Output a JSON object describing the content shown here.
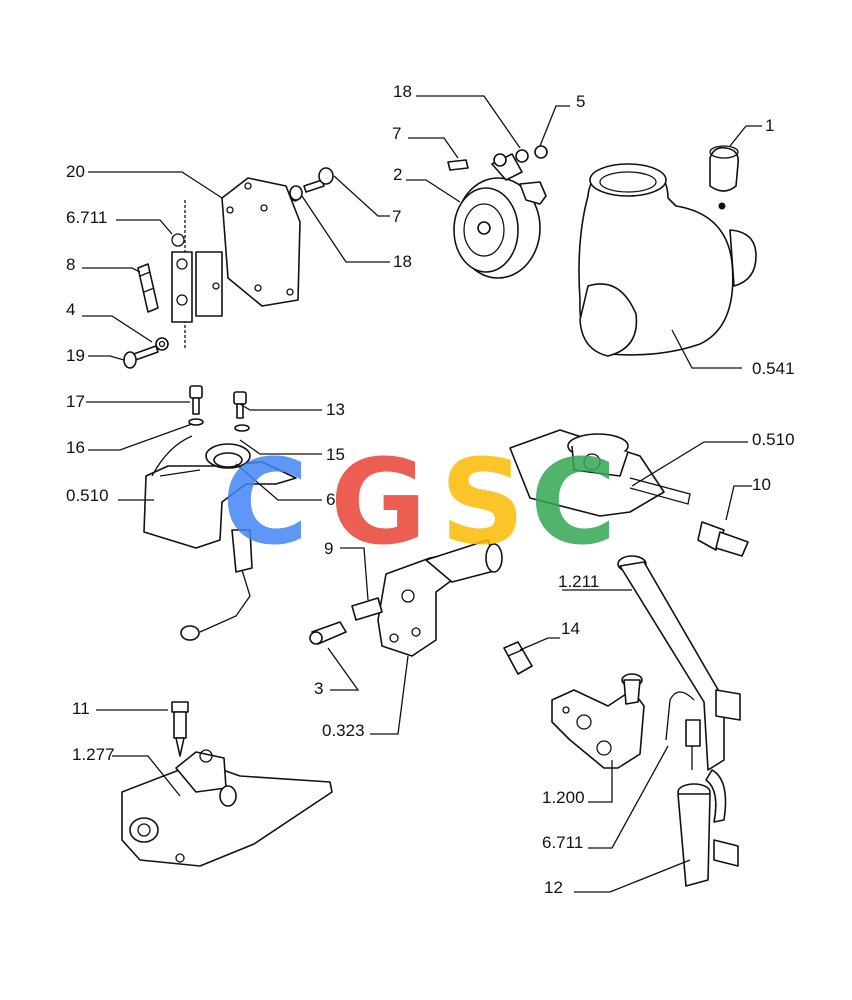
{
  "callouts": {
    "c18_top": "18",
    "c5": "5",
    "c1": "1",
    "c7_top": "7",
    "c2": "2",
    "c20": "20",
    "c7_right": "7",
    "c6711_top": "6.711",
    "c18_right": "18",
    "c8": "8",
    "c4": "4",
    "c19": "19",
    "c0541": "0.541",
    "c17": "17",
    "c13": "13",
    "c16": "16",
    "c15": "15",
    "c0510_left": "0.510",
    "c6": "6",
    "c0510_right": "0.510",
    "c10": "10",
    "c9": "9",
    "c1211": "1.211",
    "c14": "14",
    "c3": "3",
    "c0323": "0.323",
    "c11": "11",
    "c1277": "1.277",
    "c1200": "1.200",
    "c6711_bottom": "6.711",
    "c12": "12"
  },
  "watermark": {
    "letters": [
      "C",
      "G",
      "S",
      "C"
    ],
    "colors": [
      "#4285f4",
      "#ea4335",
      "#fbbc05",
      "#34a853"
    ]
  }
}
